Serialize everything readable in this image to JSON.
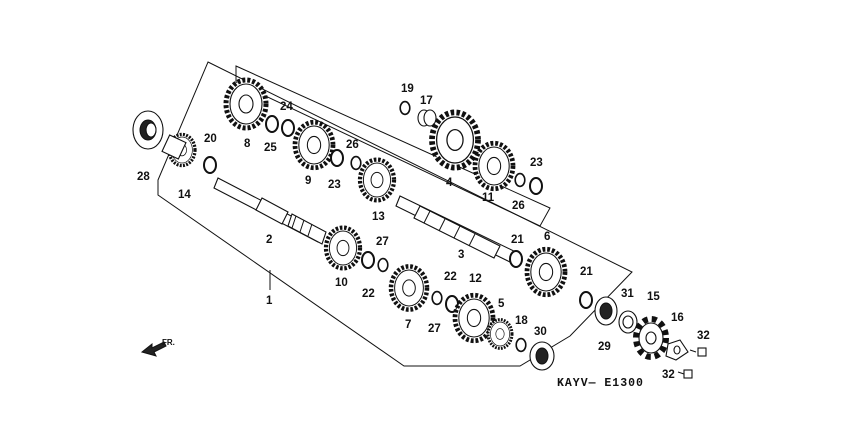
{
  "diagram_code": "KAYV— E1300",
  "direction_marker": "FR.",
  "callouts": {
    "c1": "1",
    "c2": "2",
    "c3": "3",
    "c4": "4",
    "c5": "5",
    "c6": "6",
    "c7": "7",
    "c8": "8",
    "c9": "9",
    "c10": "10",
    "c11": "11",
    "c12": "12",
    "c13": "13",
    "c14": "14",
    "c15": "15",
    "c16": "16",
    "c17": "17",
    "c18": "18",
    "c19": "19",
    "c20": "20",
    "c21a": "21",
    "c21b": "21",
    "c22a": "22",
    "c22b": "22",
    "c23a": "23",
    "c23b": "23",
    "c24": "24",
    "c25": "25",
    "c26a": "26",
    "c26b": "26",
    "c27a": "27",
    "c27b": "27",
    "c28": "28",
    "c29": "29",
    "c30": "30",
    "c31": "31",
    "c32a": "32",
    "c32b": "32"
  }
}
